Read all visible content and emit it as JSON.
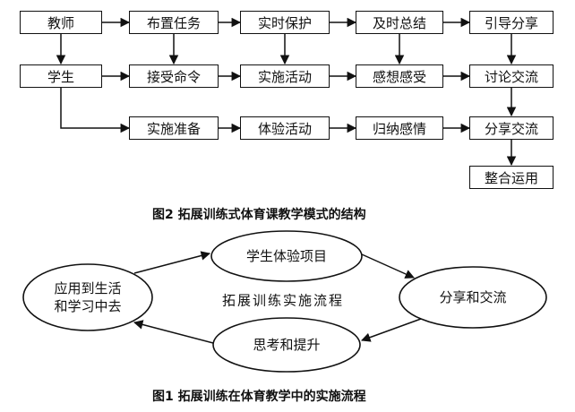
{
  "diagram2": {
    "row1": [
      "教师",
      "布置任务",
      "实时保护",
      "及时总结",
      "引导分享"
    ],
    "row2": [
      "学生",
      "接受命令",
      "实施活动",
      "感想感受",
      "讨论交流"
    ],
    "row3": [
      "实施准备",
      "体验活动",
      "归纳感情",
      "分享交流"
    ],
    "final": "整合运用",
    "caption": "图2   拓展训练式体育课教学模式的结构"
  },
  "diagram1": {
    "left": [
      "应用到生活",
      "和学习中去"
    ],
    "top": "学生体验项目",
    "right": "分享和交流",
    "bottom": "思考和提升",
    "center": "拓展训练实施流程",
    "caption": "图1    拓展训练在体育教学中的实施流程"
  }
}
